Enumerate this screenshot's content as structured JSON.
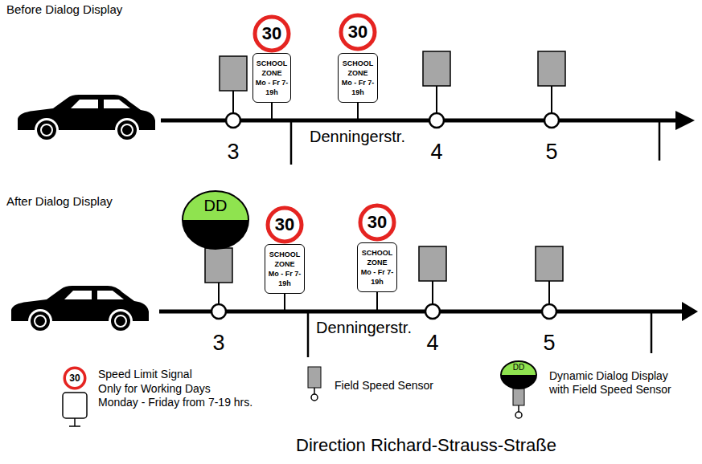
{
  "diagram": {
    "caption": "Direction Richard-Strauss-Straße",
    "nodes": [
      {
        "text": [
          "30"
        ]
      },
      {
        "text": [
          "SCHOOL ZONE",
          "Mo - Fr 7-19h"
        ]
      },
      {
        "text": [
          "30"
        ]
      },
      {
        "text": [
          "SCHOOL ZONE",
          "Mo - Fr 7-19h"
        ]
      },
      {
        "text": [
          "DD"
        ]
      },
      {
        "text": [
          "30"
        ]
      },
      {
        "text": [
          "SCHOOL ZONE",
          "Mo - Fr 7-19h"
        ]
      },
      {
        "text": [
          "30"
        ]
      },
      {
        "text": [
          "SCHOOL ZONE",
          "Mo - Fr 7-19h"
        ]
      },
      {
        "text": [
          "30"
        ]
      },
      {
        "text": [
          "DD"
        ]
      }
    ],
    "labels": [
      "Before Dialog Display",
      "3",
      "Denningerstr.",
      "4",
      "5",
      "After Dialog Display",
      "3",
      "Denningerstr.",
      "4",
      "5"
    ],
    "legend": [
      {
        "text": "Speed Limit Signal"
      },
      {
        "text": "Only for Working Days"
      },
      {
        "text": "Monday - Friday from 7-19 hrs."
      },
      {
        "text": "Field Speed Sensor"
      },
      {
        "text": "Dynamic Dialog Display"
      },
      {
        "text": "with Field Speed Sensor"
      }
    ]
  }
}
